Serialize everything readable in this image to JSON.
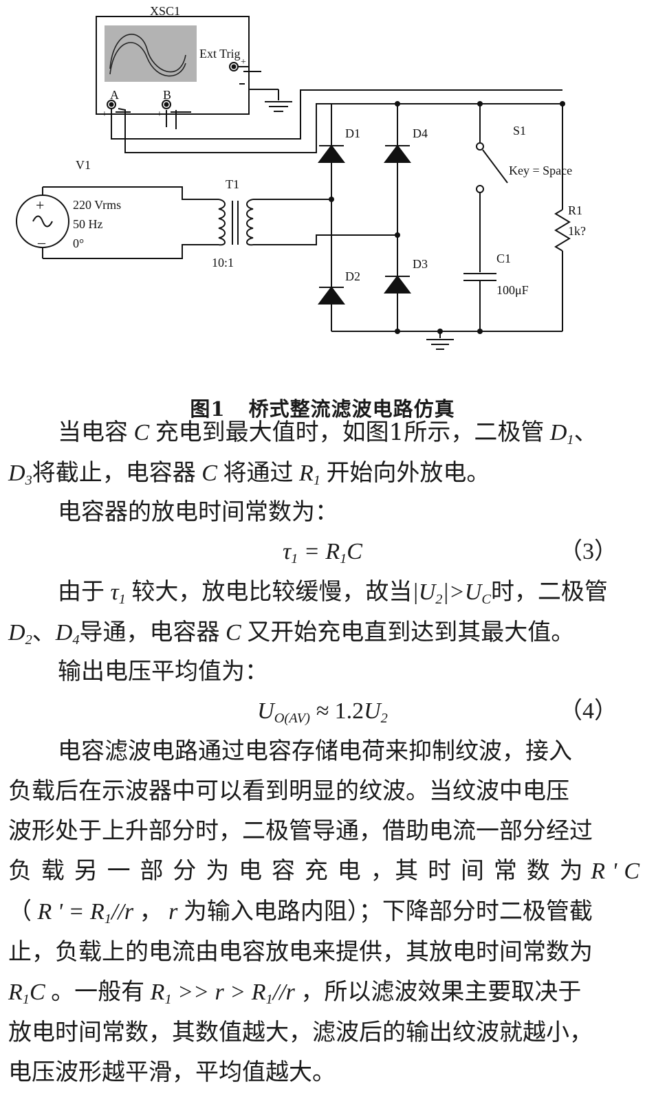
{
  "circuit": {
    "oscilloscope_label": "XSC1",
    "ext_trig_label": "Ext Trig",
    "channel_a": "A",
    "channel_b": "B",
    "plus": "+",
    "minus": "_",
    "source_label": "V1",
    "source_voltage": "220 Vrms",
    "source_freq": "50 Hz",
    "source_phase": "0°",
    "transformer_label": "T1",
    "transformer_ratio": "10:1",
    "d1": "D1",
    "d2": "D2",
    "d3": "D3",
    "d4": "D4",
    "switch_label": "S1",
    "switch_key": "Key = Space",
    "capacitor_label": "C1",
    "capacitor_value": "100μF",
    "resistor_label": "R1",
    "resistor_value": "1k?"
  },
  "figure": {
    "number": "图1",
    "title": "桥式整流滤波电路仿真"
  },
  "text": {
    "p1_a": "当电容",
    "p1_b": "充电到最大值时，如图1所示，二极管",
    "p1_c": "、",
    "p1_d": "将截止，电容器",
    "p1_e": "将通过",
    "p1_f": "开始向外放电。",
    "p2": "电容器的放电时间常数为：",
    "eq3_num": "（3）",
    "p3_a": "由于",
    "p3_b": "较大，放电比较缓慢，故当",
    "p3_c": "时，二极管",
    "p3_d": "、",
    "p3_e": "导通，电容器",
    "p3_f": "又开始充电直到达到其最大值。",
    "p4": "输出电压平均值为：",
    "eq4_num": "（4）",
    "p5_l1": "电容滤波电路通过电容存储电荷来抑制纹波，接入",
    "p5_l2": "负载后在示波器中可以看到明显的纹波。当纹波中电压",
    "p5_l3": "波形处于上升部分时，二极管导通，借助电流一部分经过",
    "p5_l4": "负 载 另 一 部 分 为 电 容 充 电 ，其 时 间 常 数 为",
    "p5_l5_a": "（",
    "p5_l5_b": "，",
    "p5_l5_c": "为输入电路内阻）；下降部分时二极管截",
    "p5_l6": "止，负载上的电流由电容放电来提供，其放电时间常数为",
    "p5_l7_a": "。一般有",
    "p5_l7_b": "，所以滤波效果主要取决于",
    "p5_l8": "放电时间常数，其数值越大，滤波后的输出纹波就越小，",
    "p5_l9": "电压波形越平滑，平均值越大。"
  }
}
